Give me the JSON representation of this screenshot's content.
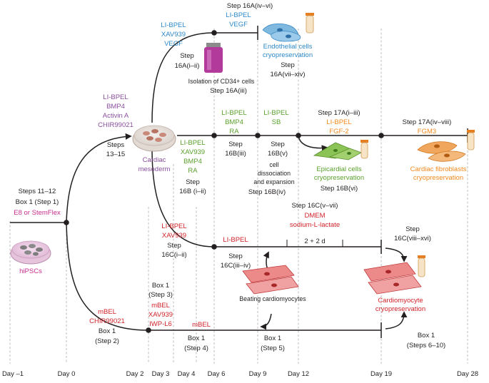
{
  "timeline": {
    "days": [
      "Day –1",
      "Day 0",
      "Day 2",
      "Day 3",
      "Day 4",
      "Day 6",
      "Day 9",
      "Day 12",
      "Day 19",
      "Day 28"
    ]
  },
  "start": {
    "steps": "Steps 11–12",
    "box": "Box 1 (Step 1)",
    "medium": "E8 or StemFlex",
    "cell": "hiPSCs"
  },
  "mesoderm": {
    "media": [
      "LI-BPEL",
      "BMP4",
      "Activin A",
      "CHIR99021"
    ],
    "steps": [
      "Steps",
      "13–15"
    ],
    "cell": [
      "Cardiac",
      "mesoderm"
    ]
  },
  "endothelial": {
    "media": [
      "LI-BPEL",
      "XAV939",
      "VEGF"
    ],
    "step_a": [
      "Step",
      "16A(i–ii)"
    ],
    "isolation": "Isolation of CD34+ cells",
    "step_iii": "Step 16A(iii)",
    "top_step": "Step 16A(iv–vi)",
    "media2": [
      "LI-BPEL",
      "VEGF"
    ],
    "cell": [
      "Endothelial cells",
      "cryopreservation"
    ],
    "step_end": [
      "Step",
      "16A(vii–xiv)"
    ]
  },
  "epicardial": {
    "media1": [
      "LI-BPEL",
      "XAV939",
      "BMP4",
      "RA"
    ],
    "step1": [
      "Step",
      "16B (i–ii)"
    ],
    "media2": [
      "LI-BPEL",
      "BMP4",
      "RA"
    ],
    "step2": [
      "Step",
      "16B(iii)"
    ],
    "media3": [
      "LI-BPEL",
      "SB"
    ],
    "step3": [
      "Step",
      "16B(v)"
    ],
    "dissociation": [
      "cell",
      "dissociation",
      "and expansion"
    ],
    "step4": "Step 16B(iv)",
    "cell": [
      "Epicardial cells",
      "cryopreservation"
    ],
    "step6": "Step 16B(vi)"
  },
  "fibroblast": {
    "step1": "Step 17A(i–iii)",
    "media1": [
      "LI-BPEL",
      "FGF-2"
    ],
    "step2": "Step 17A(iv–viii)",
    "media2": "FGM3",
    "cell": [
      "Cardiac fibroblasts",
      "cryopreservation"
    ]
  },
  "cardiomyocyte": {
    "media1": [
      "LI-BPEL",
      "XAV939"
    ],
    "step1": [
      "Step",
      "16C(i–ii)"
    ],
    "media2": "LI-BPEL",
    "step2": [
      "Step",
      "16C(iii–iv)"
    ],
    "step3": "Step 16C(v–vii)",
    "media3": [
      "DMEM",
      "sodium-L-lactate"
    ],
    "duration": "2 + 2 d",
    "step4": [
      "Step",
      "16C(viii–xvi)"
    ],
    "beating": "Beating cardiomyocytes",
    "cell": [
      "Cardiomyocyte",
      "cryopreservation"
    ]
  },
  "box1_path": {
    "media_a": [
      "mBEL",
      "CHIR99021"
    ],
    "box_a": [
      "Box 1",
      "(Step 2)"
    ],
    "box_b": [
      "Box 1",
      "(Step 3)"
    ],
    "media_b": [
      "mBEL",
      "XAV939",
      "IWP-L6"
    ],
    "media_c": "mBEL",
    "box_c": [
      "Box 1",
      "(Step 4)"
    ],
    "box_d": [
      "Box 1",
      "(Step 5)"
    ],
    "box_e": [
      "Box 1",
      "(Steps 6–10)"
    ]
  },
  "colors": {
    "black": "#231f20",
    "purple": "#8a4f9e",
    "blue": "#2d89c8",
    "green": "#5aa02c",
    "red": "#d2232a",
    "orange": "#f2891d",
    "pink": "#c72e8e"
  }
}
